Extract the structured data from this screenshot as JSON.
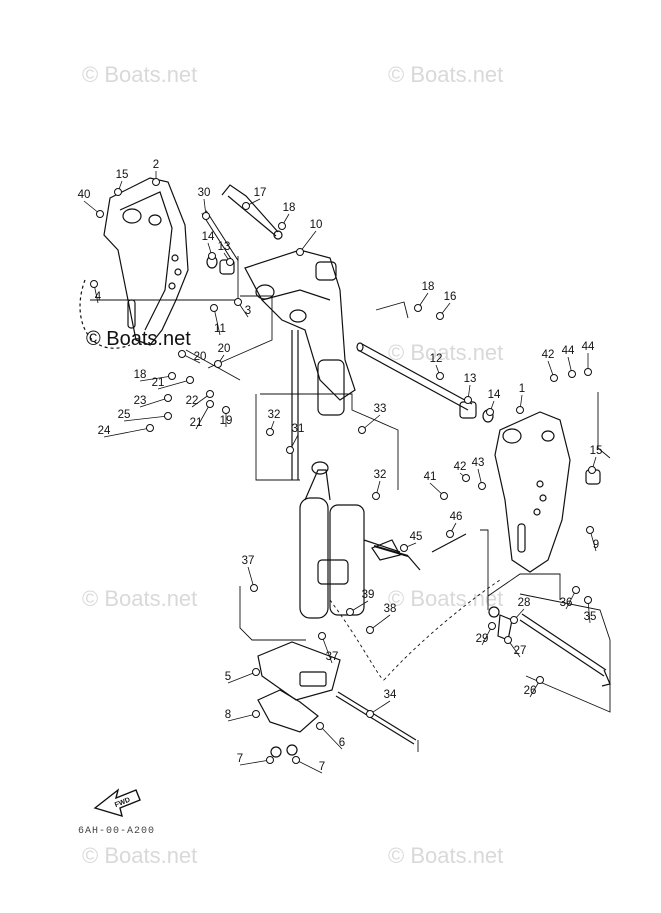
{
  "watermark": "© Boats.net",
  "diagram_code": "6AH-00-A200",
  "fwd_label": "FWD",
  "part_numbers": [
    "1",
    "2",
    "3",
    "4",
    "5",
    "6",
    "7",
    "7",
    "8",
    "9",
    "10",
    "11",
    "12",
    "13",
    "13",
    "14",
    "14",
    "15",
    "15",
    "16",
    "17",
    "18",
    "18",
    "18",
    "19",
    "20",
    "20",
    "21",
    "21",
    "22",
    "23",
    "24",
    "25",
    "26",
    "27",
    "28",
    "29",
    "30",
    "31",
    "32",
    "32",
    "33",
    "34",
    "35",
    "36",
    "37",
    "37",
    "38",
    "39",
    "40",
    "41",
    "42",
    "42",
    "43",
    "44",
    "44",
    "45",
    "46"
  ]
}
